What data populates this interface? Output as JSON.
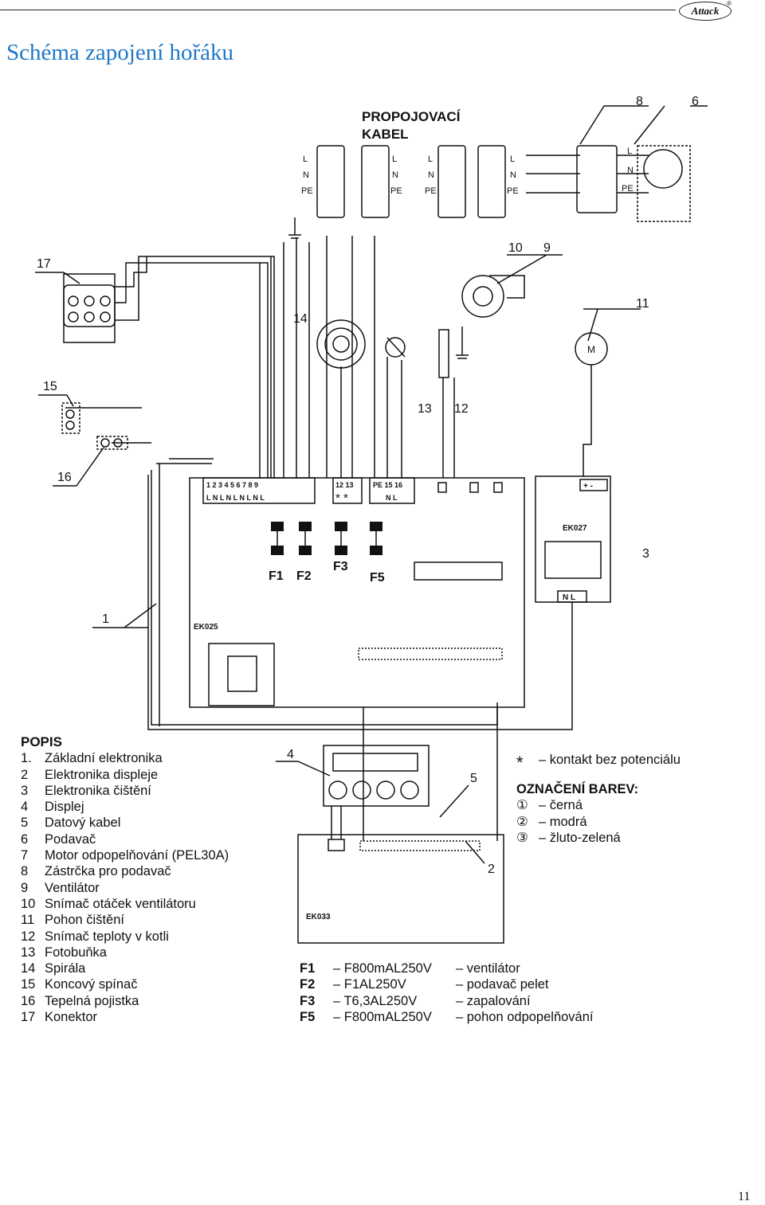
{
  "header": {
    "brand": "Attack",
    "trademark": "®"
  },
  "title": "Schéma zapojení hořáku",
  "diagram": {
    "cable_label_line1": "PROPOJOVACÍ",
    "cable_label_line2": "KABEL",
    "callouts": [
      "1",
      "2",
      "3",
      "4",
      "5",
      "6",
      "8",
      "9",
      "10",
      "11",
      "12",
      "13",
      "14",
      "15",
      "16",
      "17"
    ],
    "board_labels": {
      "main": "EK025",
      "cleaning": "EK027",
      "display": "EK033"
    },
    "fuse_labels": [
      "F1",
      "F2",
      "F3",
      "F5"
    ],
    "terminal_numbers": [
      "1",
      "2",
      "3",
      "4",
      "5",
      "6",
      "7",
      "8",
      "9",
      "12",
      "13",
      "PE",
      "15",
      "16"
    ],
    "terminal_letters": [
      "L",
      "N",
      "L",
      "N",
      "L",
      "N",
      "L",
      "N",
      "L",
      "N",
      "L"
    ],
    "motor_label": "M",
    "wire_labels": {
      "L": "L",
      "N": "N",
      "PE": "PE"
    }
  },
  "description": {
    "heading": "POPIS",
    "items": [
      {
        "num": "1.",
        "text": "Základní elektronika"
      },
      {
        "num": "2",
        "text": "Elektronika displeje"
      },
      {
        "num": "3",
        "text": "Elektronika čištění"
      },
      {
        "num": "4",
        "text": "Displej"
      },
      {
        "num": "5",
        "text": "Datový kabel"
      },
      {
        "num": "6",
        "text": "Podavač"
      },
      {
        "num": "7",
        "text": "Motor odpopelňování (PEL30A)"
      },
      {
        "num": "8",
        "text": "Zástrčka pro podavač"
      },
      {
        "num": "9",
        "text": "Ventilátor"
      },
      {
        "num": "10",
        "text": "Snímač otáček ventilátoru"
      },
      {
        "num": "11",
        "text": "Pohon čištění"
      },
      {
        "num": "12",
        "text": "Snímač teploty v kotli"
      },
      {
        "num": "13",
        "text": "Fotobuňka"
      },
      {
        "num": "14",
        "text": "Spirála"
      },
      {
        "num": "15",
        "text": "Koncový spínač"
      },
      {
        "num": "16",
        "text": "Tepelná pojistka"
      },
      {
        "num": "17",
        "text": "Konektor"
      }
    ]
  },
  "legend": {
    "star_symbol": "*",
    "star_text": "– kontakt bez potenciálu",
    "colors_heading": "OZNAČENÍ BAREV:",
    "colors": [
      {
        "num": "①",
        "text": "– černá"
      },
      {
        "num": "②",
        "text": "– modrá"
      },
      {
        "num": "③",
        "text": "– žluto-zelená"
      }
    ]
  },
  "fuses": [
    {
      "name": "F1",
      "rating": "– F800mAL250V",
      "use": "– ventilátor"
    },
    {
      "name": "F2",
      "rating": "– F1AL250V",
      "use": "– podavač pelet"
    },
    {
      "name": "F3",
      "rating": "– T6,3AL250V",
      "use": "– zapalování"
    },
    {
      "name": "F5",
      "rating": "– F800mAL250V",
      "use": "– pohon odpopelňování"
    }
  ],
  "page_number": "11"
}
